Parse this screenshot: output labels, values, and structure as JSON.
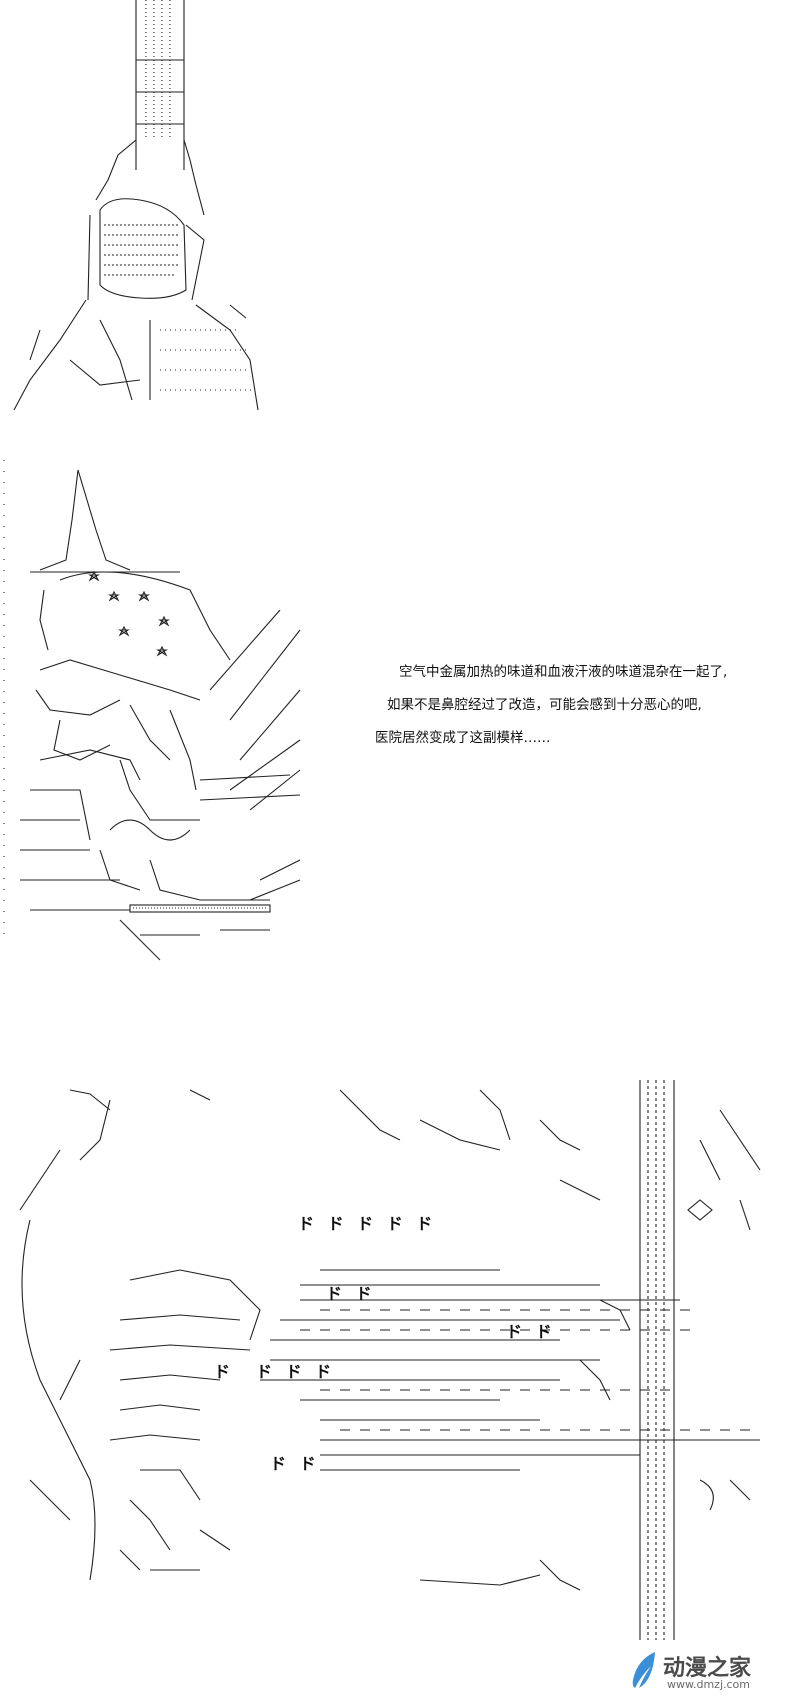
{
  "caption": {
    "line_1": "空气中金属加热的味道和血液汗液的味道混杂在一起了,",
    "line_2": "如果不是鼻腔经过了改造，可能会感到十分恶心的吧,",
    "line_3": "医院居然变成了这副模样……"
  },
  "sfx": {
    "row_1": "ド ド ド ド ド",
    "row_2": "ド ド",
    "row_3": "ド ド",
    "row_4": "ド",
    "row_5": "ド ド ド",
    "row_6": "ド ド"
  },
  "watermark": {
    "name": "动漫之家",
    "url": "www.dmzj.com"
  },
  "colors": {
    "ink": "#111111",
    "background": "#ffffff",
    "watermark_text": "#4b4b4b",
    "watermark_logo": "#3a8fd6"
  }
}
